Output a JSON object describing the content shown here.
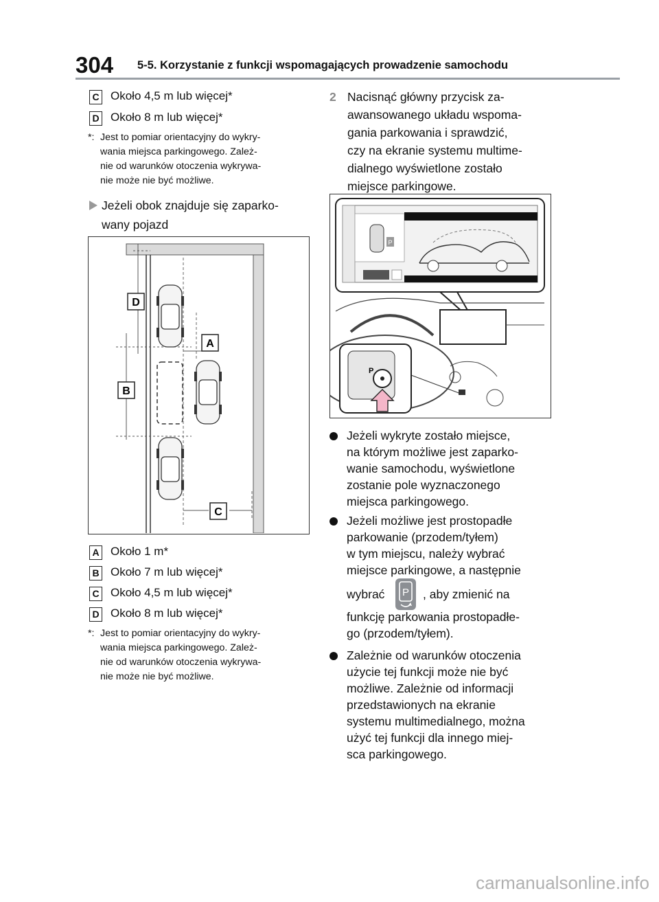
{
  "header": {
    "page_number": "304",
    "section_title": "5-5. Korzystanie z funkcji wspomagających prowadzenie samochodu"
  },
  "top_definitions": [
    {
      "letter": "C",
      "text": "Około 4,5 m lub więcej*"
    },
    {
      "letter": "D",
      "text": "Około 8 m lub więcej*"
    }
  ],
  "top_note": {
    "star": "*:",
    "lines": [
      "Jest to pomiar orientacyjny do wykry-",
      "wania miejsca parkingowego. Zależ-",
      "nie od warunków otoczenia wykrywa-",
      "nie może nie być możliwe."
    ]
  },
  "subheading": {
    "lines": [
      "Jeżeli obok znajduje się zaparko-",
      "wany pojazd"
    ]
  },
  "diagram": {
    "labels": {
      "A": "A",
      "B": "B",
      "C": "C",
      "D": "D"
    }
  },
  "bottom_definitions": [
    {
      "letter": "A",
      "text": "Około 1 m*"
    },
    {
      "letter": "B",
      "text": "Około 7 m lub więcej*"
    },
    {
      "letter": "C",
      "text": "Około 4,5 m lub więcej*"
    },
    {
      "letter": "D",
      "text": "Około 8 m lub więcej*"
    }
  ],
  "bottom_note": {
    "star": "*:",
    "lines": [
      "Jest to pomiar orientacyjny do wykry-",
      "wania miejsca parkingowego. Zależ-",
      "nie od warunków otoczenia wykrywa-",
      "nie może nie być możliwe."
    ]
  },
  "step": {
    "number": "2",
    "lines": [
      "Nacisnąć główny przycisk za-",
      "awansowanego układu wspoma-",
      "gania parkowania i sprawdzić,",
      "czy na ekranie systemu multime-",
      "dialnego wyświetlone zostało",
      "miejsce parkingowe."
    ]
  },
  "bullets": [
    {
      "lines": [
        "Jeżeli wykryte zostało miejsce,",
        "na którym możliwe jest zaparko-",
        "wanie samochodu, wyświetlone",
        "zostanie pole wyznaczonego",
        "miejsca parkingowego."
      ]
    },
    {
      "lines": [
        "Jeżeli możliwe jest prostopadłe",
        "parkowanie (przodem/tyłem)",
        "w tym miejscu, należy wybrać",
        "miejsce parkingowe, a następnie"
      ],
      "icon_before": "wybrać",
      "icon_after": ", aby zmienić na",
      "tail": [
        "funkcję parkowania prostopadłe-",
        "go (przodem/tyłem)."
      ]
    },
    {
      "lines": [
        "Zależnie od warunków otoczenia",
        "użycie tej funkcji może nie być",
        "możliwe. Zależnie od informacji",
        "przedstawionych na ekranie",
        "systemu multimedialnego, można",
        "użyć tej funkcji dla innego miej-",
        "sca parkingowego."
      ]
    }
  ],
  "icons": {
    "p_button": "perpendicular-parking-icon",
    "p_letter": "P",
    "screen_p_letter": "P"
  },
  "watermark": "carmanualsonline.info"
}
